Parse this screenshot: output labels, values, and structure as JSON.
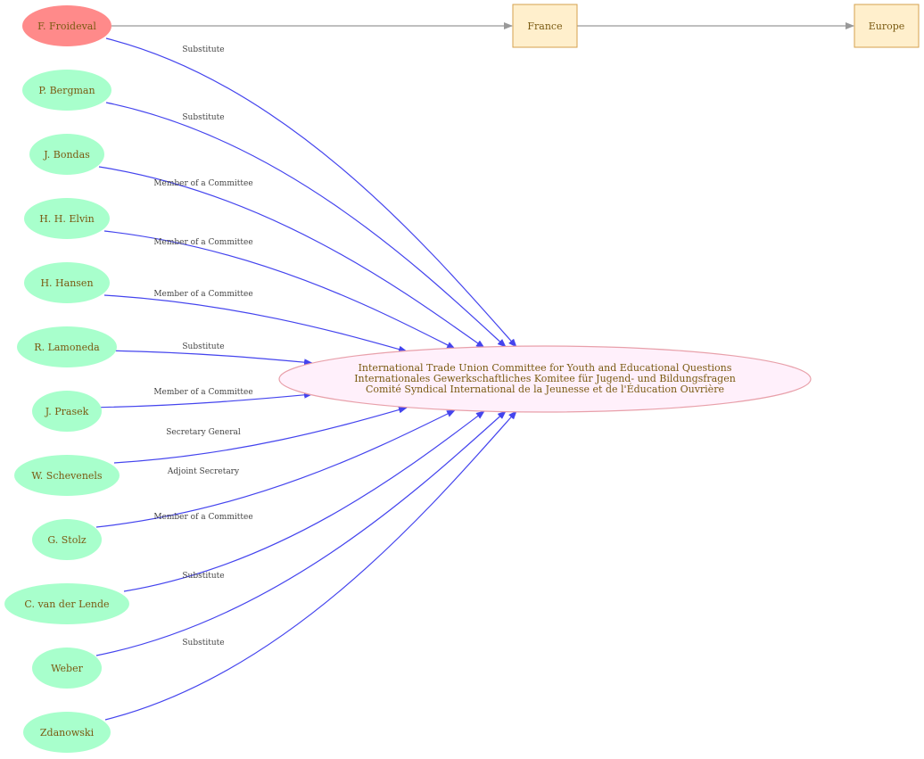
{
  "colors": {
    "person_fill": "#a8ffcc",
    "highlight_fill": "#ff8a8a",
    "org_fill": "#fff0fb",
    "org_stroke": "#e8a0aa",
    "place_fill": "#ffefcc",
    "place_stroke": "#d6a24e",
    "edge_blue": "#4444ee",
    "edge_gray": "#999999",
    "text": "#7a5a12"
  },
  "organization": {
    "lines": [
      "International Trade Union Committee for Youth and Educational Questions",
      "Internationales Gewerkschaftliches Komitee für Jugend- und Bildungsfragen",
      "Comité Syndical International de la Jeunesse et de l'Éducation Ouvrière"
    ]
  },
  "places": [
    "France",
    "Europe"
  ],
  "people": [
    {
      "name": "F. Froideval",
      "role": "Substitute",
      "highlight": true
    },
    {
      "name": "P. Bergman",
      "role": "Substitute"
    },
    {
      "name": "J. Bondas",
      "role": "Member of a Committee"
    },
    {
      "name": "H. H. Elvin",
      "role": "Member of a Committee"
    },
    {
      "name": "H. Hansen",
      "role": "Member of a Committee"
    },
    {
      "name": "R. Lamoneda",
      "role": "Substitute"
    },
    {
      "name": "J. Prasek",
      "role": "Member of a Committee"
    },
    {
      "name": "W. Schevenels",
      "role": "Secretary General"
    },
    {
      "name": "G. Stolz",
      "role": "Adjoint Secretary"
    },
    {
      "name": "C. van der Lende",
      "role": "Member of a Committee"
    },
    {
      "name": "Weber",
      "role": "Substitute"
    },
    {
      "name": "Zdanowski",
      "role": "Substitute"
    }
  ]
}
